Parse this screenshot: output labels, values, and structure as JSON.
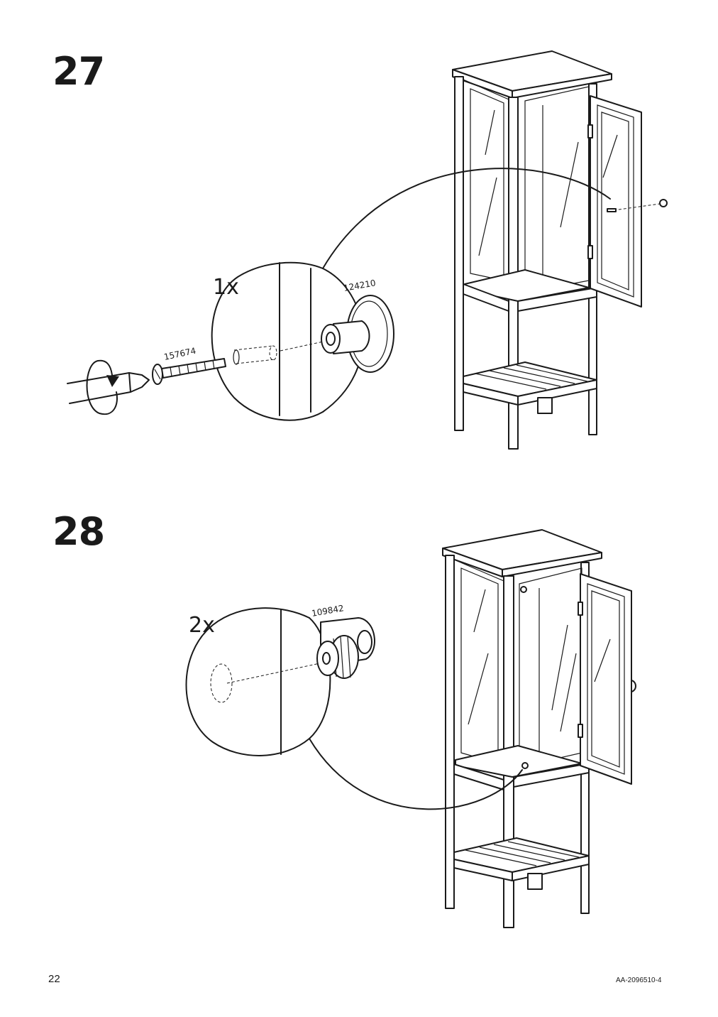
{
  "steps": [
    {
      "number": "27",
      "quantity": "1x",
      "parts": [
        "124210",
        "157674"
      ]
    },
    {
      "number": "28",
      "quantity": "2x",
      "parts": [
        "109842"
      ]
    }
  ],
  "footer": {
    "page_number": "22",
    "document_id": "AA-2096510-4"
  }
}
